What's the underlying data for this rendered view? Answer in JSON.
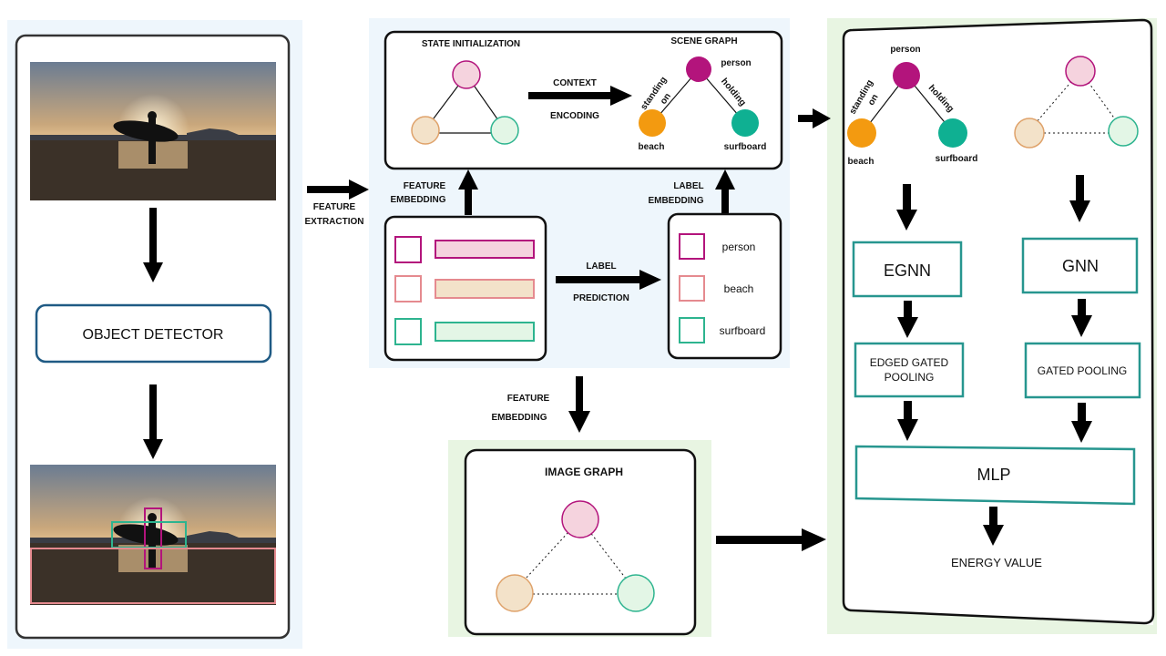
{
  "left_panel": {
    "detector_label": "OBJECT DETECTOR"
  },
  "arrows": {
    "feature_extraction_1": "FEATURE",
    "feature_extraction_2": "EXTRACTION",
    "feature_embedding_left_1": "FEATURE",
    "feature_embedding_left_2": "EMBEDDING",
    "label_embedding_1": "LABEL",
    "label_embedding_2": "EMBEDDING",
    "context_encoding_1": "CONTEXT",
    "context_encoding_2": "ENCODING",
    "label_prediction_1": "LABEL",
    "label_prediction_2": "PREDICTION",
    "feature_embedding_bottom_1": "FEATURE",
    "feature_embedding_bottom_2": "EMBEDDING"
  },
  "top_box": {
    "state_init_title": "STATE INITIALIZATION",
    "scene_graph_title": "SCENE GRAPH"
  },
  "scene_graph": {
    "nodes": {
      "person": "person",
      "beach": "beach",
      "surfboard": "surfboard"
    },
    "edges": {
      "standing": "standing",
      "on": "on",
      "holding": "holding"
    }
  },
  "labels_box": {
    "items": [
      "person",
      "beach",
      "surfboard"
    ]
  },
  "image_graph": {
    "title": "IMAGE GRAPH"
  },
  "energy_panel": {
    "egnn": "EGNN",
    "gnn": "GNN",
    "edged_gated_pooling_1": "EDGED GATED",
    "edged_gated_pooling_2": "POOLING",
    "gated_pooling": "GATED POOLING",
    "mlp": "MLP",
    "energy_value": "ENERGY VALUE"
  },
  "colors": {
    "magenta": "#b3147c",
    "magenta_fill": "#f5d3de",
    "orange": "#f39a10",
    "orange_light": "#f3e2c9",
    "orange_stroke": "#dfa26a",
    "teal": "#0fb092",
    "teal_light": "#e3f6e6",
    "teal_stroke": "#2db48f",
    "box_teal": "#27968f",
    "detector_blue": "#1f5a84",
    "panel_bg_blue": "#eef6fc",
    "panel_bg_green": "#e8f5e2"
  }
}
